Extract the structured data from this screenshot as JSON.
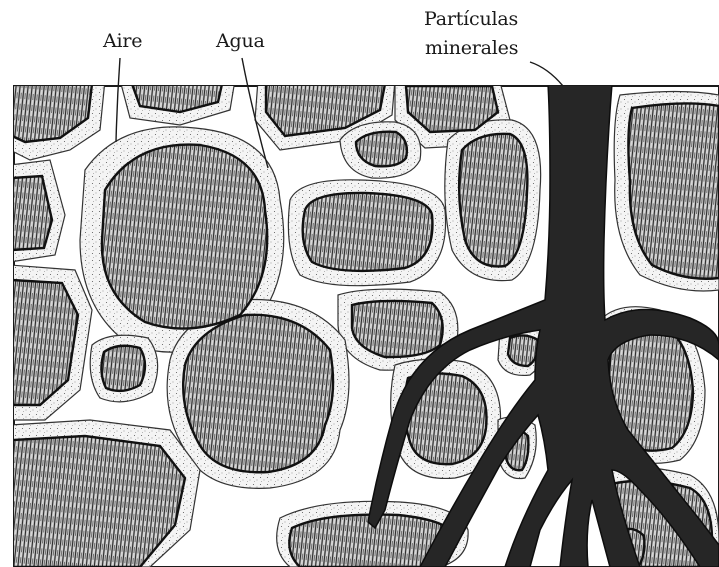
{
  "diagram": {
    "labels": {
      "air": "Aire",
      "water": "Agua",
      "mineral_line1": "Partículas",
      "mineral_line2": "minerales"
    },
    "colors": {
      "ink": "#1a1a1a",
      "particle_hatch": "#2b2b2b",
      "water_film": "#f4f4f4",
      "water_stipple": "#555555",
      "root": "#262626",
      "background": "#ffffff"
    }
  }
}
